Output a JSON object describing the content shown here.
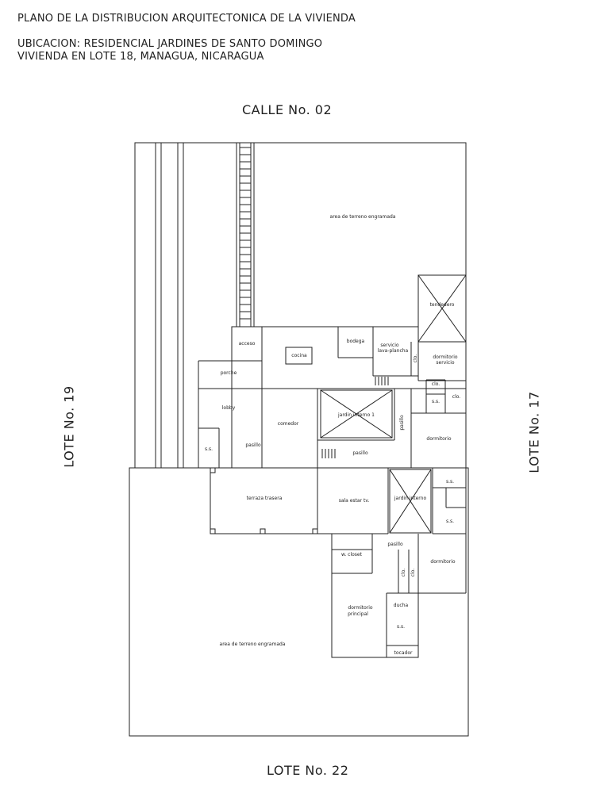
{
  "header": {
    "title": "PLANO DE LA DISTRIBUCION ARQUITECTONICA DE LA VIVIENDA",
    "location_line1": "UBICACION: RESIDENCIAL JARDINES DE SANTO DOMINGO",
    "location_line2": "VIVIENDA EN LOTE 18, MANAGUA, NICARAGUA"
  },
  "boundaries": {
    "top": "CALLE No. 02",
    "bottom": "LOTE No. 22",
    "left": "LOTE No. 19",
    "right": "LOTE No. 17"
  },
  "rooms": {
    "front_lawn": "area de terreno engramada",
    "back_lawn": "area de terreno engramada",
    "terrace": "tendedero",
    "acceso": "acceso",
    "cocina": "cocina",
    "bodega": "bodega",
    "servicio_1": "servicio",
    "servicio_2": "lava-plancha",
    "clo_service": "clo.",
    "dorm_servicio_1": "dormitorio",
    "dorm_servicio_2": "servicio",
    "porche": "porche",
    "lobby": "lobby",
    "comedor": "comedor",
    "jardin_interno_1": "jardin interno 1",
    "pasillo_vertical": "pasillo",
    "clo_a": "clo.",
    "ss_a": "s.s.",
    "clo_b": "clo.",
    "ss_lobby": "s.s.",
    "pasillo_1": "pasillo",
    "pasillo_2": "pasillo",
    "dormitorio_right": "dormitorio",
    "terraza_trasera": "terraza trasera",
    "sala_estar": "sala estar tv.",
    "jardin_interno_2": "jardin interno",
    "ss_b": "s.s.",
    "ss_c": "s.s.",
    "pasillo_3": "pasillo",
    "w_closet": "w. closet",
    "clo_c": "clo.",
    "clo_d": "clo.",
    "dormitorio_lower": "dormitorio",
    "dorm_principal_1": "dormitorio",
    "dorm_principal_2": "principal",
    "ducha": "ducha",
    "ss_d": "s.s.",
    "tocador": "tocador"
  }
}
